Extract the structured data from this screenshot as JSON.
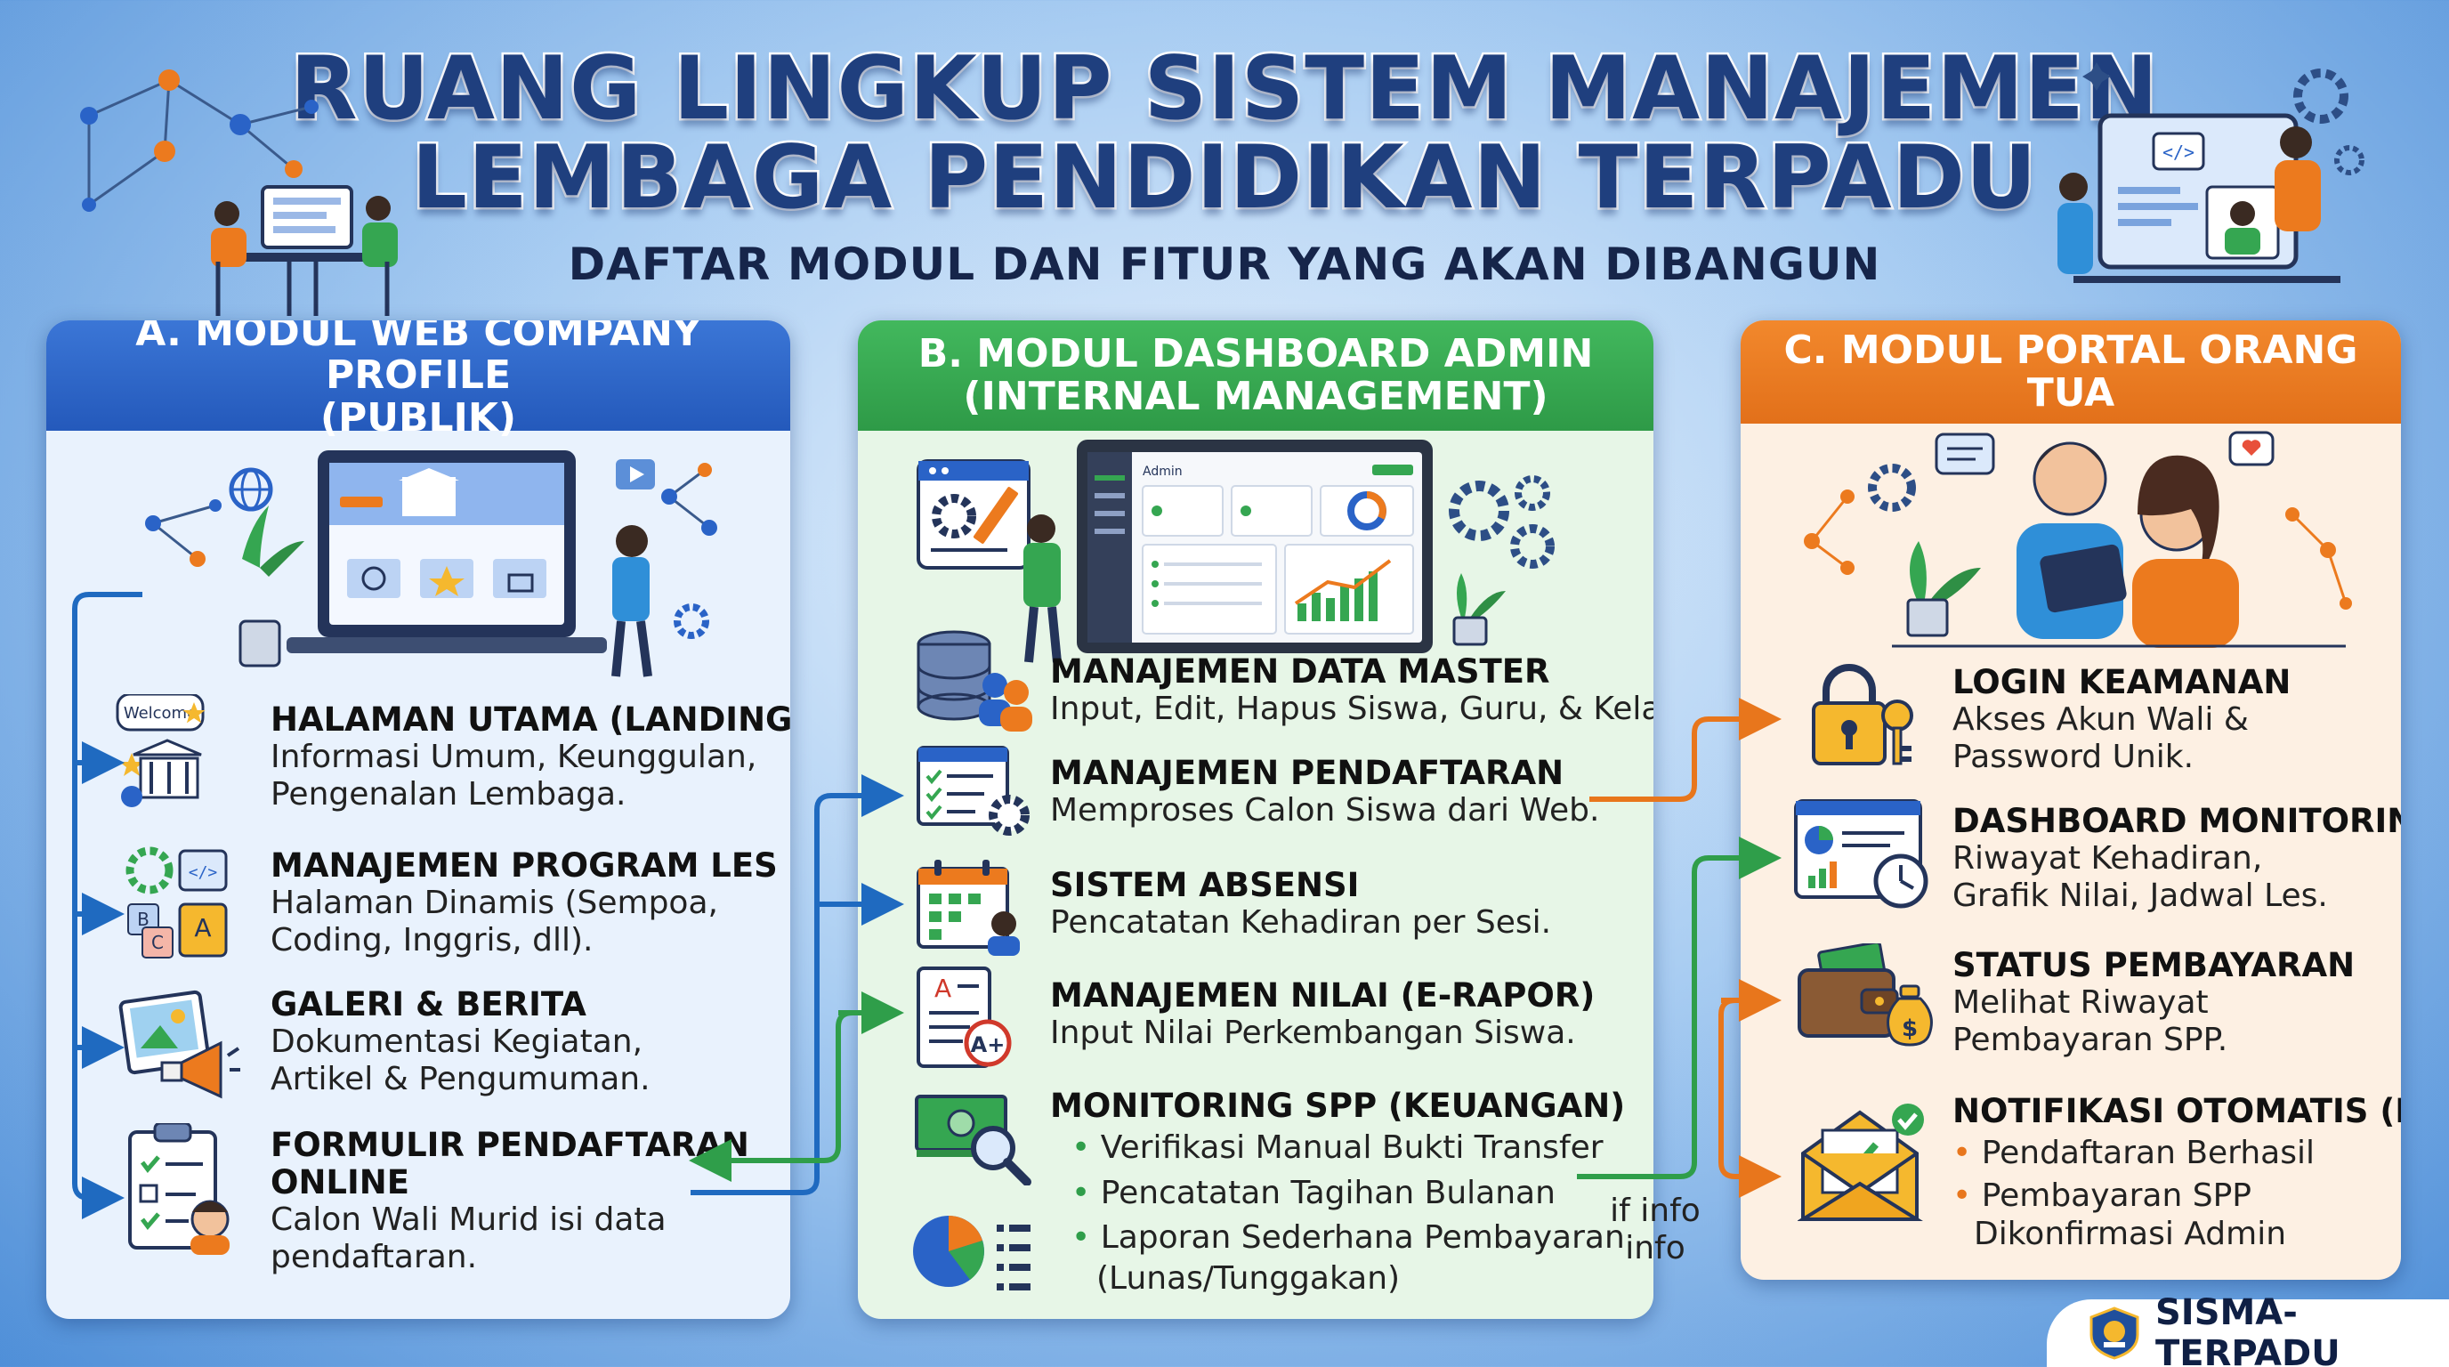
{
  "title": {
    "line1": "RUANG LINGKUP SISTEM MANAJEMEN",
    "line2": "LEMBAGA PENDIDIKAN TERPADU",
    "subtitle": "DAFTAR MODUL DAN FITUR YANG AKAN DIBANGUN"
  },
  "colors": {
    "panel_a_head": "#2a63c7",
    "panel_b_head": "#35a651",
    "panel_c_head": "#ec7a1e",
    "arrow_blue": "#1f6ac0",
    "arrow_green": "#2f9e4a",
    "arrow_orange": "#e8761c"
  },
  "panel_a": {
    "heading": "A. MODUL WEB COMPANY PROFILE\n(PUBLIK)",
    "illustration_badge": "Welcome",
    "items": [
      {
        "icon": "landing-page-icon",
        "title": "HALAMAN UTAMA (LANDING PAGE)",
        "desc1": "Informasi Umum, Keunggulan,",
        "desc2": "Pengenalan Lembaga."
      },
      {
        "icon": "program-les-icon",
        "title": "MANAJEMEN PROGRAM LES",
        "desc1": "Halaman Dinamis (Sempoa,",
        "desc2": "Coding, Inggris, dll)."
      },
      {
        "icon": "gallery-megaphone-icon",
        "title": "GALERI & BERITA",
        "desc1": "Dokumentasi Kegiatan,",
        "desc2": "Artikel & Pengumuman."
      },
      {
        "icon": "registration-form-icon",
        "title": "FORMULIR PENDAFTARAN",
        "title2": "ONLINE",
        "desc1": "Calon Wali Murid isi data",
        "desc2": "pendaftaran."
      }
    ]
  },
  "panel_b": {
    "heading": "B. MODUL DASHBOARD ADMIN\n(INTERNAL MANAGEMENT)",
    "dashboard_label": "Admin",
    "items": [
      {
        "icon": "database-users-icon",
        "title": "MANAJEMEN DATA MASTER",
        "desc1": "Input, Edit, Hapus Siswa, Guru, & Kelas."
      },
      {
        "icon": "checklist-gear-icon",
        "title": "MANAJEMEN PENDAFTARAN",
        "desc1": "Memproses Calon Siswa dari Web."
      },
      {
        "icon": "calendar-attendance-icon",
        "title": "SISTEM ABSENSI",
        "desc1": "Pencatatan Kehadiran per Sesi."
      },
      {
        "icon": "report-grade-icon",
        "title": "MANAJEMEN NILAI (E-RAPOR)",
        "desc1": "Input Nilai Perkembangan Siswa."
      },
      {
        "icon": "money-magnifier-icon",
        "title": "MONITORING SPP (KEUANGAN)",
        "bullets": [
          "Verifikasi Manual Bukti Transfer",
          "Pencatatan Tagihan Bulanan",
          "Laporan Sederhana Pembayaran",
          "(Lunas/Tunggakan)"
        ]
      }
    ]
  },
  "panel_c": {
    "heading": "C. MODUL PORTAL ORANG TUA",
    "items": [
      {
        "icon": "padlock-key-icon",
        "title": "LOGIN KEAMANAN",
        "desc1": "Akses Akun Wali &",
        "desc2": "Password Unik."
      },
      {
        "icon": "monitor-clock-icon",
        "title": "DASHBOARD MONITORING",
        "desc1": "Riwayat Kehadiran,",
        "desc2": "Grafik Nilai, Jadwal Les."
      },
      {
        "icon": "wallet-moneybag-icon",
        "title": "STATUS PEMBAYARAN",
        "desc1": "Melihat Riwayat",
        "desc2": "Pembayaran SPP."
      },
      {
        "icon": "email-check-icon",
        "title": "NOTIFIKASI OTOMATIS (EMAIL)",
        "bullets": [
          "Pendaftaran Berhasil",
          "Pembayaran SPP",
          "Dikonfirmasi Admin"
        ]
      }
    ]
  },
  "flow_label": {
    "line1": "if info",
    "line2": "info"
  },
  "footer": {
    "brand": "SISMA-TERPADU"
  }
}
